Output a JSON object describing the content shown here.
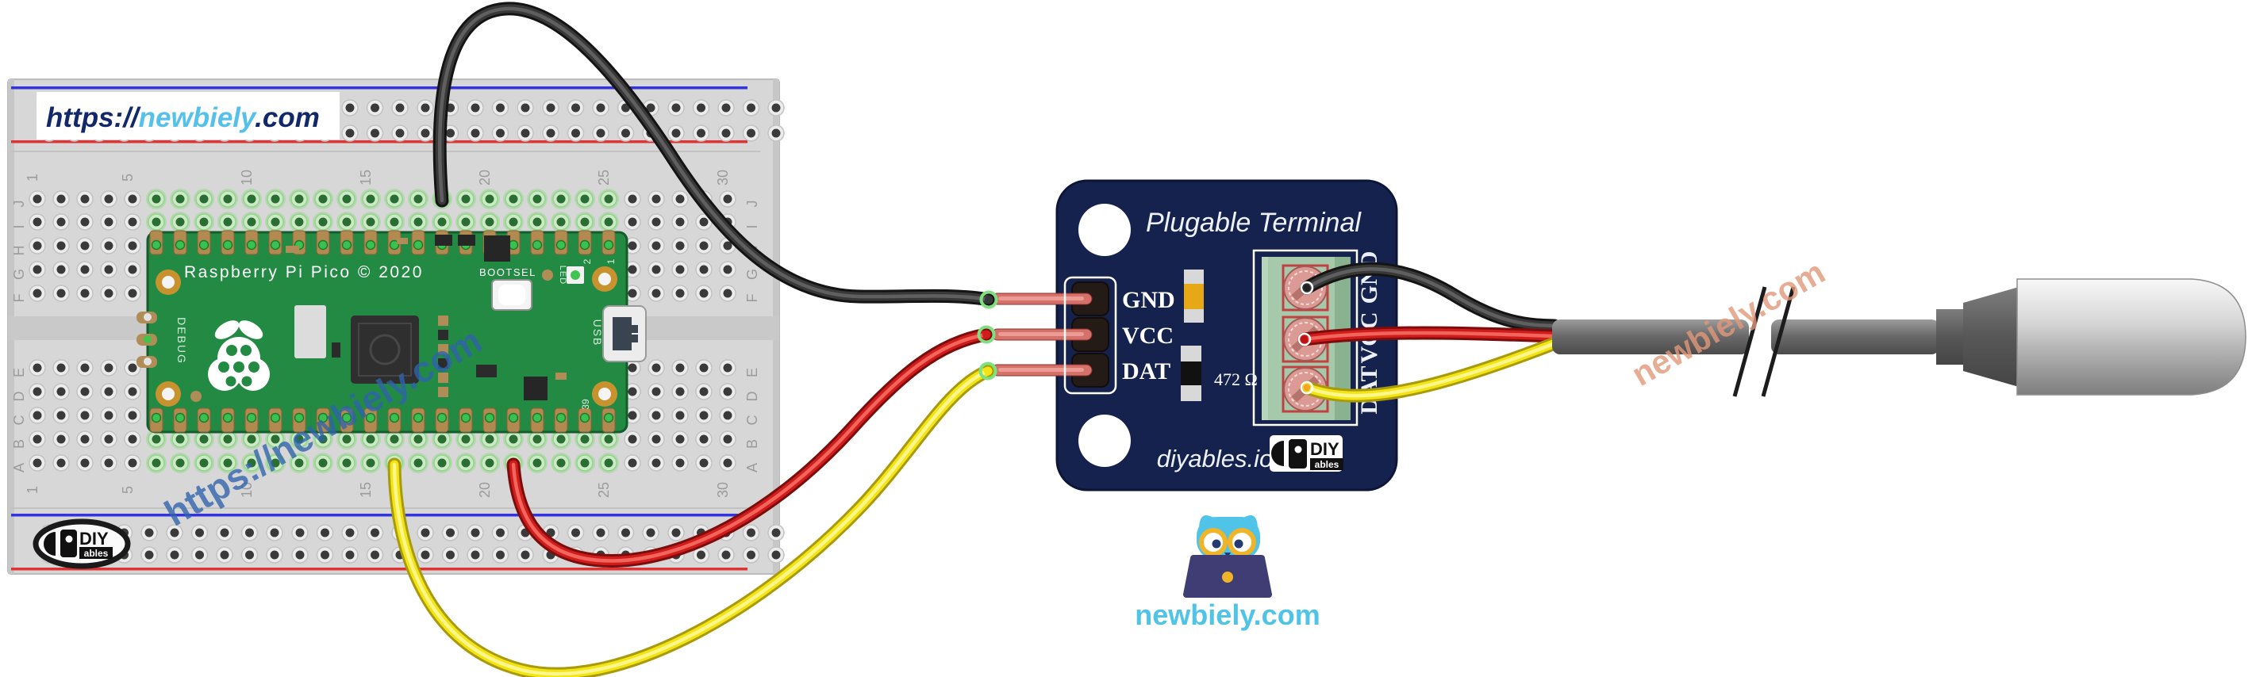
{
  "banner": {
    "prefix": "https://",
    "brand": "newbiely",
    "suffix": ".com",
    "prefix_color": "#12286b",
    "brand_color": "#55c1ea",
    "background": "#ffffff"
  },
  "watermarks": {
    "breadboard": "https://newbiely.com",
    "probe": "newbiely.com",
    "breadboard_color": "#2f63ad",
    "probe_color": "#e2987a"
  },
  "breadboard": {
    "column_numbers": [
      "1",
      "5",
      "10",
      "15",
      "20",
      "25",
      "30"
    ],
    "row_letters_top": [
      "J",
      "I",
      "H",
      "G",
      "F"
    ],
    "row_letters_bottom": [
      "E",
      "D",
      "C",
      "B",
      "A"
    ],
    "rail_blue": "#3333e0",
    "rail_red": "#e03333",
    "body_color": "#d7d7d7"
  },
  "pico": {
    "silkscreen": "Raspberry Pi Pico © 2020",
    "bootsel_label": "BOOTSEL",
    "led_label": "LED",
    "usb_label": "USB",
    "debug_label": "DEBUG",
    "pin_numbers": [
      "1",
      "2",
      "39"
    ],
    "board_color": "#238a44"
  },
  "module": {
    "title": "Plugable Terminal",
    "pin_labels": [
      "GND",
      "VCC",
      "DAT"
    ],
    "terminal_labels": [
      "GND",
      "VCC",
      "DAT"
    ],
    "resistor_value": "472 Ω",
    "site": "diyables.io",
    "logo": {
      "line1": "DIY",
      "line2": "ables"
    },
    "pcb_color": "#16224e",
    "terminal_block_color": "#a6c8ab",
    "screw_color": "#dc9a94"
  },
  "bb_logo": {
    "line1": "DIY",
    "line2": "ables"
  },
  "mascot": {
    "caption": "newbiely.com",
    "body_color": "#4fc3e8",
    "laptop_color": "#3f3d74",
    "glasses_color": "#f0b429"
  },
  "wires": [
    {
      "name": "gnd-wire",
      "color": "black",
      "signal": "GND",
      "hex": "#383838"
    },
    {
      "name": "vcc-wire",
      "color": "red",
      "signal": "VCC",
      "hex": "#d11c1c"
    },
    {
      "name": "dat-wire",
      "color": "yellow",
      "signal": "DAT",
      "hex": "#f3e413"
    }
  ]
}
